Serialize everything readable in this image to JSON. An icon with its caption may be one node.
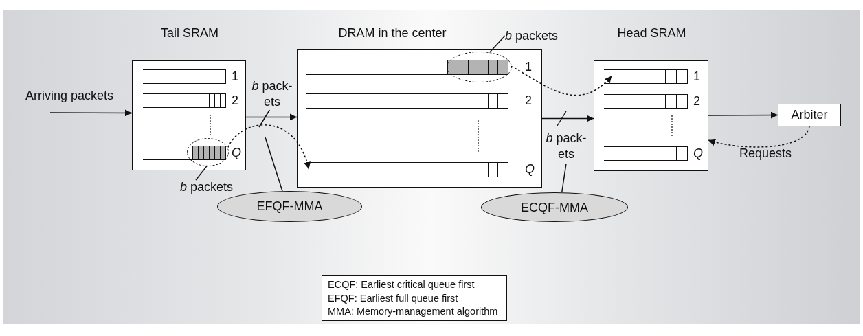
{
  "diagram": {
    "nodes": [
      {
        "text": [
          "Tail SRAM"
        ]
      },
      {
        "text": [],
        "shape": "box",
        "in": 0,
        "beside": [
          "1"
        ]
      },
      {
        "text": [],
        "shape": "box",
        "in": 0,
        "beside": [
          "2"
        ]
      },
      {
        "text": [],
        "shape": "box",
        "in": 0,
        "beside": [
          "Q"
        ]
      },
      {
        "text": [],
        "shape": "ellipse",
        "in": 0
      },
      {
        "text": [
          "DRAM in the center"
        ]
      },
      {
        "text": [],
        "shape": "box",
        "in": 5,
        "beside": [
          "1"
        ]
      },
      {
        "text": [],
        "shape": "box",
        "in": 5,
        "beside": [
          "2"
        ]
      },
      {
        "text": [],
        "shape": "box",
        "in": 5,
        "beside": [
          "Q"
        ]
      },
      {
        "text": [],
        "shape": "ellipse",
        "in": 5
      },
      {
        "text": [
          "Head SRAM"
        ]
      },
      {
        "text": [],
        "shape": "box",
        "in": 10,
        "beside": [
          "1"
        ]
      },
      {
        "text": [],
        "shape": "box",
        "in": 10,
        "beside": [
          "2"
        ]
      },
      {
        "text": [],
        "shape": "box",
        "in": 10,
        "beside": [
          "Q"
        ]
      },
      {
        "text": [
          "Arbiter"
        ]
      },
      {
        "text": [
          "EFQF-MMA"
        ]
      },
      {
        "text": [
          "ECQF-MMA"
        ]
      },
      {
        "text": [
          "*b* packets"
        ]
      },
      {
        "text": [
          "*b* packets"
        ]
      },
      {
        "text": [
          "ECQF: Earliest critical queue first",
          "EFQF: Earliest full queue first",
          "MMA: Memory-management algorithm"
        ]
      },
      {
        "text": [
          "*b* pack- ets"
        ]
      },
      {
        "text": [
          "*b* pack- ets"
        ]
      }
    ],
    "edges": [
      {
        "from": null,
        "to": 0,
        "arrow": "to",
        "label": "Arriving packets"
      },
      {
        "from": 0,
        "to": 5,
        "arrow": "to"
      },
      {
        "from": 4,
        "to": 8,
        "arrow": "to",
        "style": "dashed"
      },
      {
        "from": 9,
        "to": 11,
        "arrow": "to",
        "style": "dashed"
      },
      {
        "from": 5,
        "to": 10,
        "arrow": "to"
      },
      {
        "from": 10,
        "to": 14,
        "arrow": "to"
      },
      {
        "from": 14,
        "to": 10,
        "arrow": "to",
        "style": "dashed",
        "label": "Requests"
      },
      {
        "from": 17,
        "to": 4,
        "arrow": "none"
      },
      {
        "from": 18,
        "to": 9,
        "arrow": "none"
      },
      {
        "from": 20,
        "to": null,
        "arrow": "none"
      },
      {
        "from": 15,
        "to": null,
        "arrow": "none"
      },
      {
        "from": 16,
        "to": 21,
        "arrow": "none"
      }
    ]
  }
}
